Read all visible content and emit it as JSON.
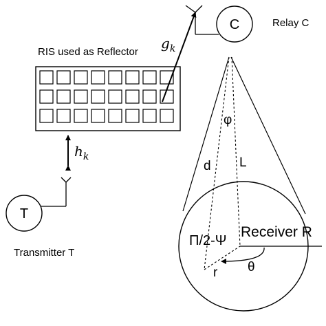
{
  "labels": {
    "ris_title": "RIS used as Reflector",
    "relay_node": "C",
    "relay_caption": "Relay C",
    "transmitter_node": "T",
    "transmitter_caption": "Transmitter T",
    "receiver": "Receiver R",
    "channel_g": "g",
    "channel_g_sub": "k",
    "channel_h": "h",
    "channel_h_sub": "k",
    "angle_phi": "φ",
    "dist_d": "d",
    "dist_L": "L",
    "angle_pi_psi": "Π/2-Ψ",
    "radius_r": "r",
    "angle_theta": "θ"
  },
  "ris_grid": {
    "rows": 3,
    "cols": 8
  }
}
